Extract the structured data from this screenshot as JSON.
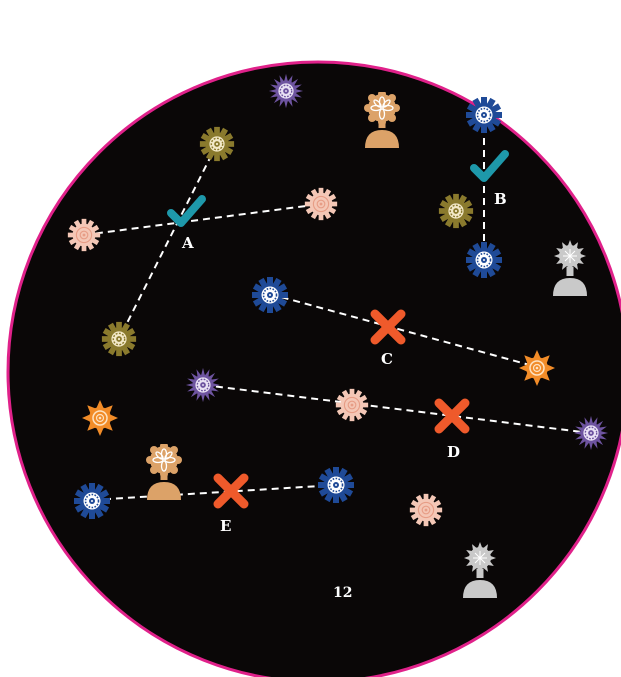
{
  "puzzle": {
    "page_number": "12",
    "colors": {
      "board": "#0a0707",
      "rim": "#e0218a",
      "check": "#1e98aa",
      "cross": "#ef5a2b",
      "pink": "#f4c7b6",
      "olive": "#8a7a2d",
      "navy": "#1f4a97",
      "purple": "#6e54a0",
      "orange": "#f28c28",
      "person_tan": "#dca268",
      "person_gray": "#c9c9c9"
    },
    "connections": [
      {
        "label": "A",
        "result": "check"
      },
      {
        "label": "B",
        "result": "check"
      },
      {
        "label": "C",
        "result": "cross"
      },
      {
        "label": "D",
        "result": "cross"
      },
      {
        "label": "E",
        "result": "cross"
      }
    ],
    "flowers": [
      {
        "kind": "purple-star"
      },
      {
        "kind": "olive-gear"
      },
      {
        "kind": "pink-gear"
      },
      {
        "kind": "pink-gear"
      },
      {
        "kind": "olive-gear"
      },
      {
        "kind": "navy-gear"
      },
      {
        "kind": "olive-gear"
      },
      {
        "kind": "navy-gear"
      },
      {
        "kind": "navy-gear"
      },
      {
        "kind": "orange-star"
      },
      {
        "kind": "purple-star"
      },
      {
        "kind": "pink-gear"
      },
      {
        "kind": "purple-star"
      },
      {
        "kind": "orange-star"
      },
      {
        "kind": "navy-gear"
      },
      {
        "kind": "navy-gear"
      },
      {
        "kind": "pink-gear"
      }
    ],
    "people": [
      {
        "kind": "tan-person-icon"
      },
      {
        "kind": "gray-person-icon"
      },
      {
        "kind": "tan-person-icon"
      },
      {
        "kind": "gray-person-icon"
      }
    ]
  }
}
